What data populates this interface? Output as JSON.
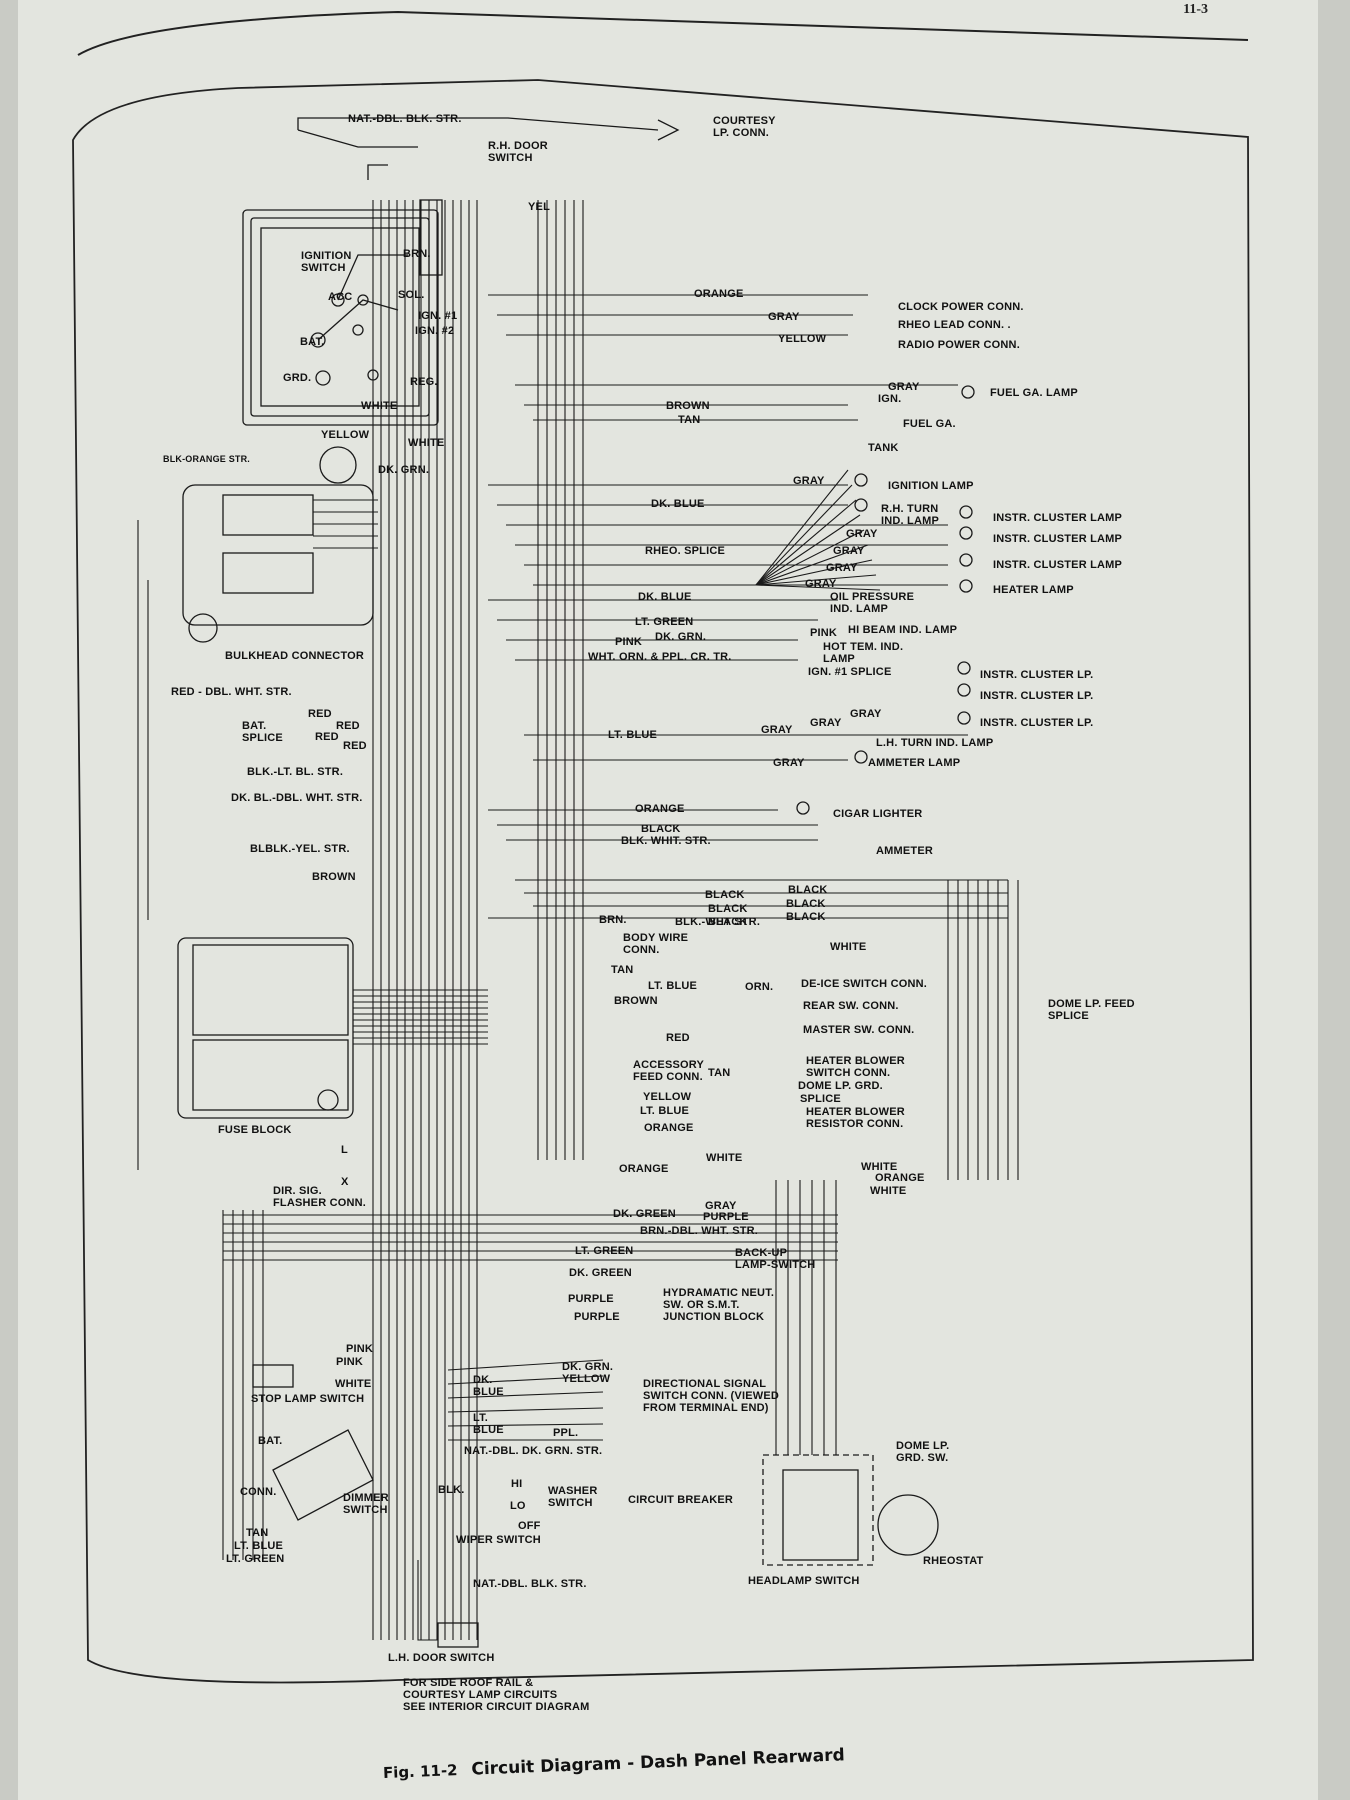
{
  "page_number": "11-3",
  "caption": {
    "figure": "Fig. 11-2",
    "title": "Circuit Diagram - Dash Panel Rearward"
  },
  "labels": {
    "nat_dbl_blk_str_top": "NAT.-DBL. BLK. STR.",
    "courtesy_lp_conn": "COURTESY\nLP. CONN.",
    "rh_door_switch": "R.H. DOOR\nSWITCH",
    "yel": "YEL",
    "ignition_switch": "IGNITION\nSWITCH",
    "brn": "BRN.",
    "acc": "ACC",
    "sol": "SOL.",
    "ign1": "IGN. #1",
    "ign2": "IGN. #2",
    "bat": "BAT.",
    "grd": "GRD.",
    "reg": "REG.",
    "white_ign": "WHITE",
    "yellow_ign": "YELLOW",
    "white_2": "WHITE",
    "orange_1": "ORANGE",
    "clock_power_conn": "CLOCK POWER CONN.",
    "gray_1": "GRAY",
    "rheo_lead_conn": "RHEO LEAD CONN. .",
    "yellow_1": "YELLOW",
    "radio_power_conn": "RADIO POWER CONN.",
    "gray_fuel": "GRAY",
    "fuel_ga_lamp": "FUEL GA. LAMP",
    "ign_fuel": "IGN.",
    "brown_1": "BROWN",
    "tan_1": "TAN",
    "fuel_ga": "FUEL GA.",
    "tank": "TANK",
    "blk_orange_str": "BLK-ORANGE STR.",
    "dk_grn_1": "DK. GRN.",
    "gray_ign_lamp": "GRAY",
    "ignition_lamp": "IGNITION LAMP",
    "dk_blue_1": "DK. BLUE",
    "rh_turn_ind_lamp": "R.H. TURN\nIND. LAMP",
    "instr_cluster_lamp_1": "INSTR. CLUSTER LAMP",
    "gray_a": "GRAY",
    "instr_cluster_lamp_2": "INSTR. CLUSTER LAMP",
    "rheo_splice": "RHEO. SPLICE",
    "gray_b": "GRAY",
    "gray_c": "GRAY",
    "instr_cluster_lamp_3": "INSTR. CLUSTER LAMP",
    "gray_d": "GRAY",
    "heater_lamp": "HEATER LAMP",
    "dk_blue_2": "DK. BLUE",
    "oil_pressure_ind_lamp": "OIL PRESSURE\nIND. LAMP",
    "lt_green_1": "LT. GREEN",
    "pink_1": "PINK",
    "pink_2": "PINK",
    "dk_grn_2": "DK. GRN.",
    "hi_beam_ind_lamp": "HI BEAM IND. LAMP",
    "hot_tem_ind_lamp": "HOT TEM. IND.\nLAMP",
    "wht_orn_ppl_cr_tr": "WHT. ORN. & PPL. CR. TR.",
    "ign1_splice": "IGN. #1 SPLICE",
    "bulkhead_connector": "BULKHEAD CONNECTOR",
    "instr_cluster_lp_1": "INSTR. CLUSTER LP.",
    "instr_cluster_lp_2": "INSTR. CLUSTER LP.",
    "red_dbl_wht_str": "RED - DBL. WHT. STR.",
    "gray_e": "GRAY",
    "bat_splice": "BAT.\nSPLICE",
    "red_1": "RED",
    "red_2": "RED",
    "red_3": "RED",
    "red_4": "RED",
    "gray_f": "GRAY",
    "gray_g": "GRAY",
    "instr_cluster_lp_3": "INSTR. CLUSTER LP.",
    "lt_blue_1": "LT. BLUE",
    "lh_turn_ind_lamp": "L.H. TURN IND. LAMP",
    "blk_lt_bl_str": "BLK.-LT. BL. STR.",
    "gray_h": "GRAY",
    "ammeter_lamp": "AMMETER LAMP",
    "dk_bl_dbl_wht_str": "DK. BL.-DBL. WHT. STR.",
    "orange_2": "ORANGE",
    "cigar_lighter": "CIGAR LIGHTER",
    "black_1": "BLACK",
    "blk_whit_str": "BLK. WHIT. STR.",
    "blblk_yel_str": "BLBLK.-YEL. STR.",
    "ammeter": "AMMETER",
    "brown_2": "BROWN",
    "black_2": "BLACK",
    "black_3": "BLACK",
    "black_4": "BLACK",
    "black_5": "BLACK",
    "black_6": "BLACK",
    "black_7": "BLACK",
    "brn_2": "BRN.",
    "blk_wht_str": "BLK.-WHT STR.",
    "body_wire_conn": "BODY WIRE\nCONN.",
    "white_3": "WHITE",
    "tan_2": "TAN",
    "lt_blue_2": "LT. BLUE",
    "orn": "ORN.",
    "de_ice_switch_conn": "DE-ICE SWITCH CONN.",
    "brown_3": "BROWN",
    "rear_sw_conn": "REAR SW. CONN.",
    "red_5": "RED",
    "master_sw_conn": "MASTER SW. CONN.",
    "dome_lp_feed_splice": "DOME LP. FEED\nSPLICE",
    "accessory_feed_conn": "ACCESSORY\nFEED CONN.",
    "tan_3": "TAN",
    "heater_blower_switch_conn": "HEATER BLOWER\nSWITCH CONN.",
    "dome_lp_grd": "DOME LP. GRD.",
    "splice": "SPLICE",
    "yellow_2": "YELLOW",
    "lt_blue_3": "LT. BLUE",
    "heater_blower_resistor_conn": "HEATER BLOWER\nRESISTOR CONN.",
    "orange_3": "ORANGE",
    "fuse_block": "FUSE BLOCK",
    "white_4": "WHITE",
    "white_5": "WHITE",
    "orange_4": "ORANGE",
    "orange_5": "ORANGE",
    "white_6": "WHITE",
    "dir_sig_flasher_conn": "DIR. SIG.\nFLASHER CONN.",
    "l_mark": "L",
    "x_mark": "X",
    "gray_i": "GRAY",
    "dk_green_1": "DK. GREEN",
    "purple_1": "PURPLE",
    "brn_dbl_wht_str": "BRN.-DBL. WHT. STR.",
    "lt_green_2": "LT. GREEN",
    "backup_lamp_switch": "BACK-UP\nLAMP-SWITCH",
    "dk_green_2": "DK. GREEN",
    "purple_2": "PURPLE",
    "hydramatic": "HYDRAMATIC NEUT.\nSW. OR S.M.T.\nJUNCTION BLOCK",
    "purple_3": "PURPLE",
    "pink_3": "PINK",
    "pink_4": "PINK",
    "white_7": "WHITE",
    "stop_lamp_switch": "STOP LAMP SWITCH",
    "dk_blue_3": "DK.\nBLUE",
    "dk_grn_3": "DK. GRN.",
    "yellow_3": "YELLOW",
    "directional_signal": "DIRECTIONAL SIGNAL\nSWITCH CONN. (VIEWED\nFROM TERMINAL END)",
    "lt_blue_4": "LT.\nBLUE",
    "ppl": "PPL.",
    "nat_dbl_dk_grn_str": "NAT.-DBL. DK. GRN. STR.",
    "bat_2": "BAT.",
    "blk": "BLK.",
    "hi": "HI",
    "lo": "LO",
    "off": "OFF",
    "washer_switch": "WASHER\nSWITCH",
    "wiper_switch": "WIPER SWITCH",
    "conn": "CONN.",
    "dimmer_switch": "DIMMER\nSWITCH",
    "tan_4": "TAN",
    "lt_blue_5": "LT. BLUE",
    "lt_green_3": "LT. GREEN",
    "dome_lp_grd_sw": "DOME LP.\nGRD. SW.",
    "circuit_breaker": "CIRCUIT BREAKER",
    "rheostat": "RHEOSTAT",
    "headlamp_switch": "HEADLAMP SWITCH",
    "nat_dbl_blk_str_bottom": "NAT.-DBL. BLK. STR.",
    "lh_door_switch": "L.H. DOOR SWITCH",
    "note": "FOR SIDE ROOF RAIL &\nCOURTESY LAMP CIRCUITS\nSEE INTERIOR CIRCUIT DIAGRAM"
  }
}
